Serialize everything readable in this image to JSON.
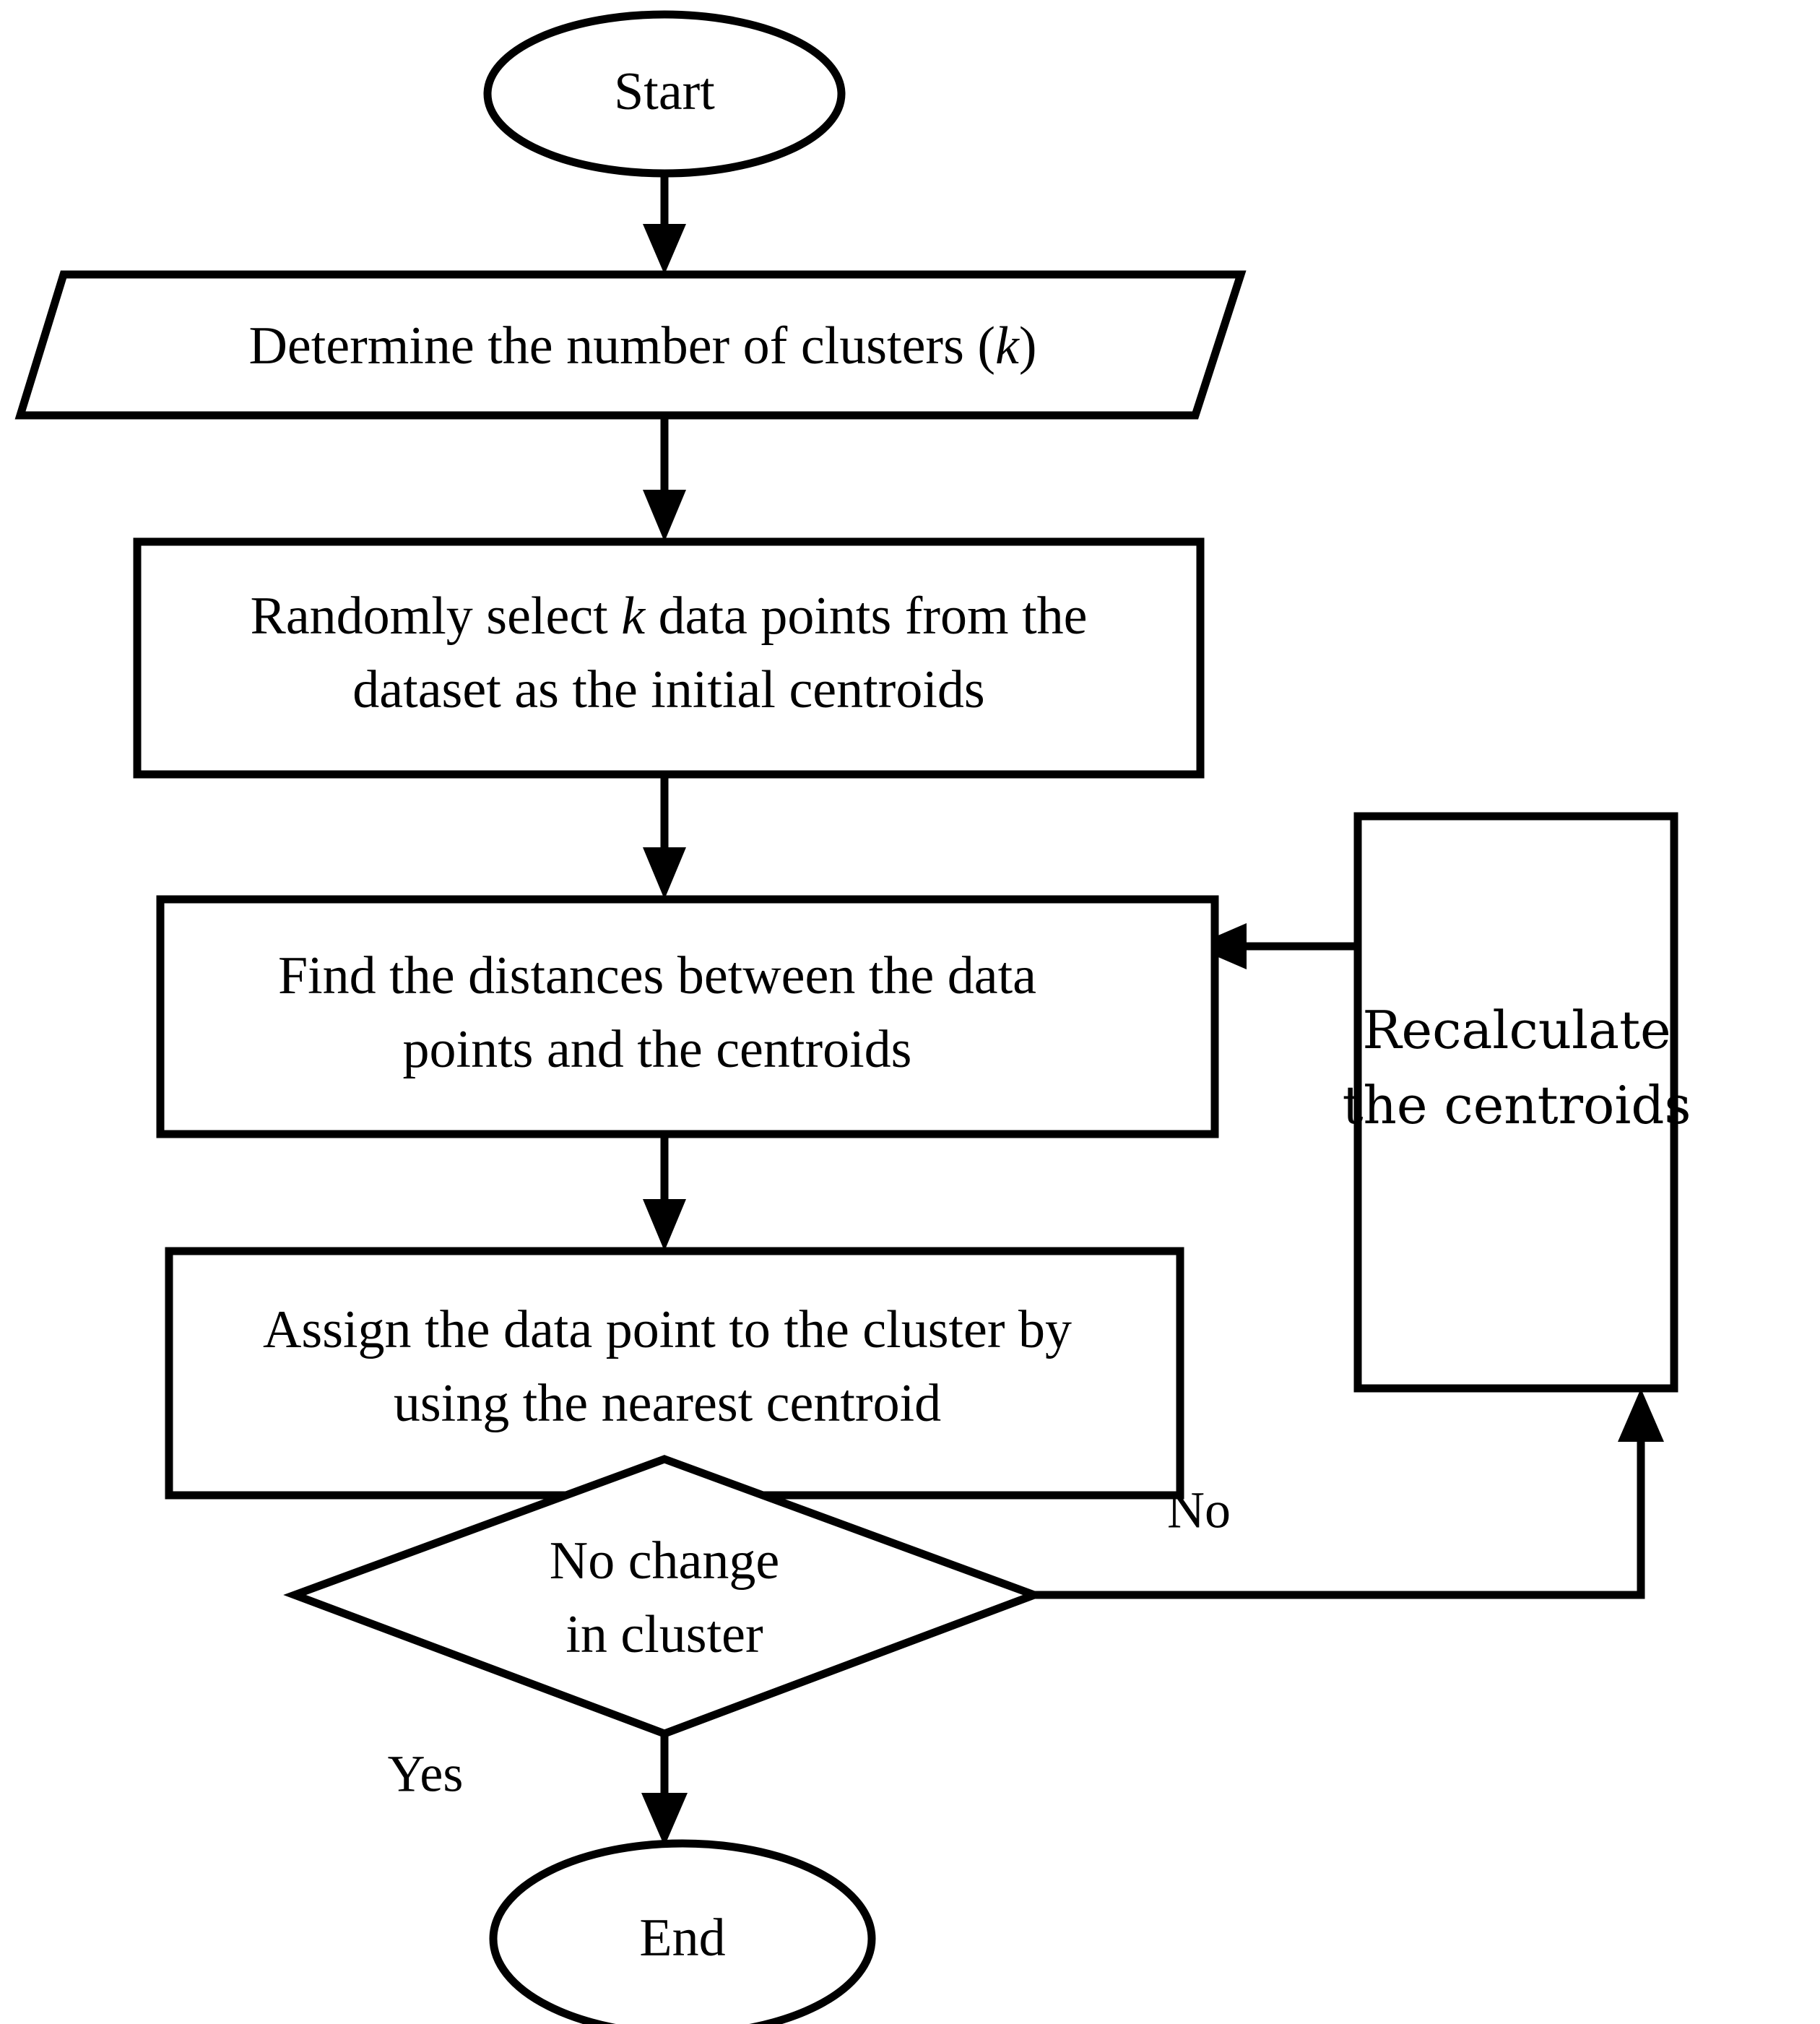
{
  "diagram": {
    "type": "flowchart",
    "title": "K-means clustering algorithm flowchart",
    "colors": {
      "background": "#ffffff",
      "stroke": "#000000",
      "fill": "#ffffff",
      "text": "#000000"
    },
    "nodes": [
      {
        "id": "start",
        "shape": "ellipse",
        "label": "Start"
      },
      {
        "id": "determine-k",
        "shape": "parallelogram",
        "label_prefix": "Determine the number of clusters (",
        "label_var": "k",
        "label_suffix": ")"
      },
      {
        "id": "select-centroids",
        "shape": "rectangle",
        "line1_prefix": "Randomly select ",
        "line1_var": "k",
        "line1_suffix": " data points from the",
        "line2": "dataset as the initial centroids"
      },
      {
        "id": "find-distances",
        "shape": "rectangle",
        "line1": "Find the distances between the data",
        "line2": "points and the centroids"
      },
      {
        "id": "assign-cluster",
        "shape": "rectangle",
        "line1": "Assign the data point to the cluster by",
        "line2": "using the nearest centroid"
      },
      {
        "id": "no-change-decision",
        "shape": "diamond",
        "line1": "No change",
        "line2": "in cluster"
      },
      {
        "id": "recalculate",
        "shape": "rectangle",
        "line1": "Recalculate",
        "line2": "the centroids"
      },
      {
        "id": "end",
        "shape": "ellipse",
        "label": "End"
      }
    ],
    "edges": [
      {
        "id": "start-to-determine",
        "from": "start",
        "to": "determine-k",
        "label": ""
      },
      {
        "id": "determine-to-select",
        "from": "determine-k",
        "to": "select-centroids",
        "label": ""
      },
      {
        "id": "select-to-find",
        "from": "select-centroids",
        "to": "find-distances",
        "label": ""
      },
      {
        "id": "find-to-assign",
        "from": "find-distances",
        "to": "assign-cluster",
        "label": ""
      },
      {
        "id": "assign-to-decision",
        "from": "assign-cluster",
        "to": "no-change-decision",
        "label": ""
      },
      {
        "id": "decision-to-recalculate",
        "from": "no-change-decision",
        "to": "recalculate",
        "label": "No"
      },
      {
        "id": "recalculate-to-find",
        "from": "recalculate",
        "to": "find-distances",
        "label": ""
      },
      {
        "id": "decision-to-end",
        "from": "no-change-decision",
        "to": "end",
        "label": "Yes"
      }
    ],
    "edge_labels": {
      "no": "No",
      "yes": "Yes"
    }
  }
}
